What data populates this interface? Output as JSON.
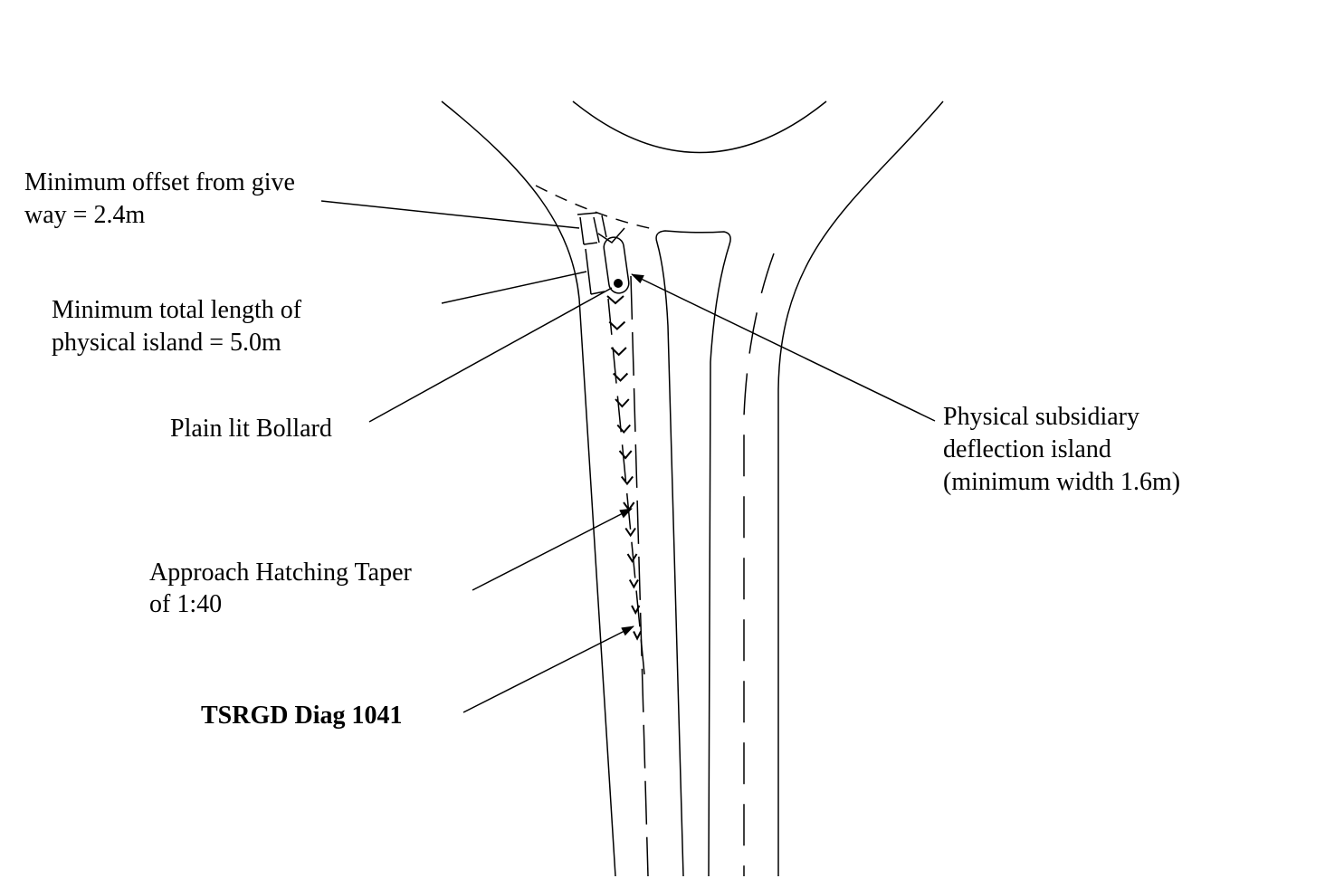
{
  "labels": {
    "offset_line1": "Minimum offset from give",
    "offset_line2": "way = 2.4m",
    "length_line1": "Minimum total length of",
    "length_line2": "physical island = 5.0m",
    "bollard": "Plain lit Bollard",
    "island_line1": "Physical subsidiary",
    "island_line2": "deflection island",
    "island_line3": "(minimum width 1.6m)",
    "taper_line1": "Approach Hatching Taper",
    "taper_line2": "of 1:40",
    "diag": "TSRGD Diag 1041"
  },
  "colors": {
    "line": "#000000",
    "background": "#ffffff"
  }
}
